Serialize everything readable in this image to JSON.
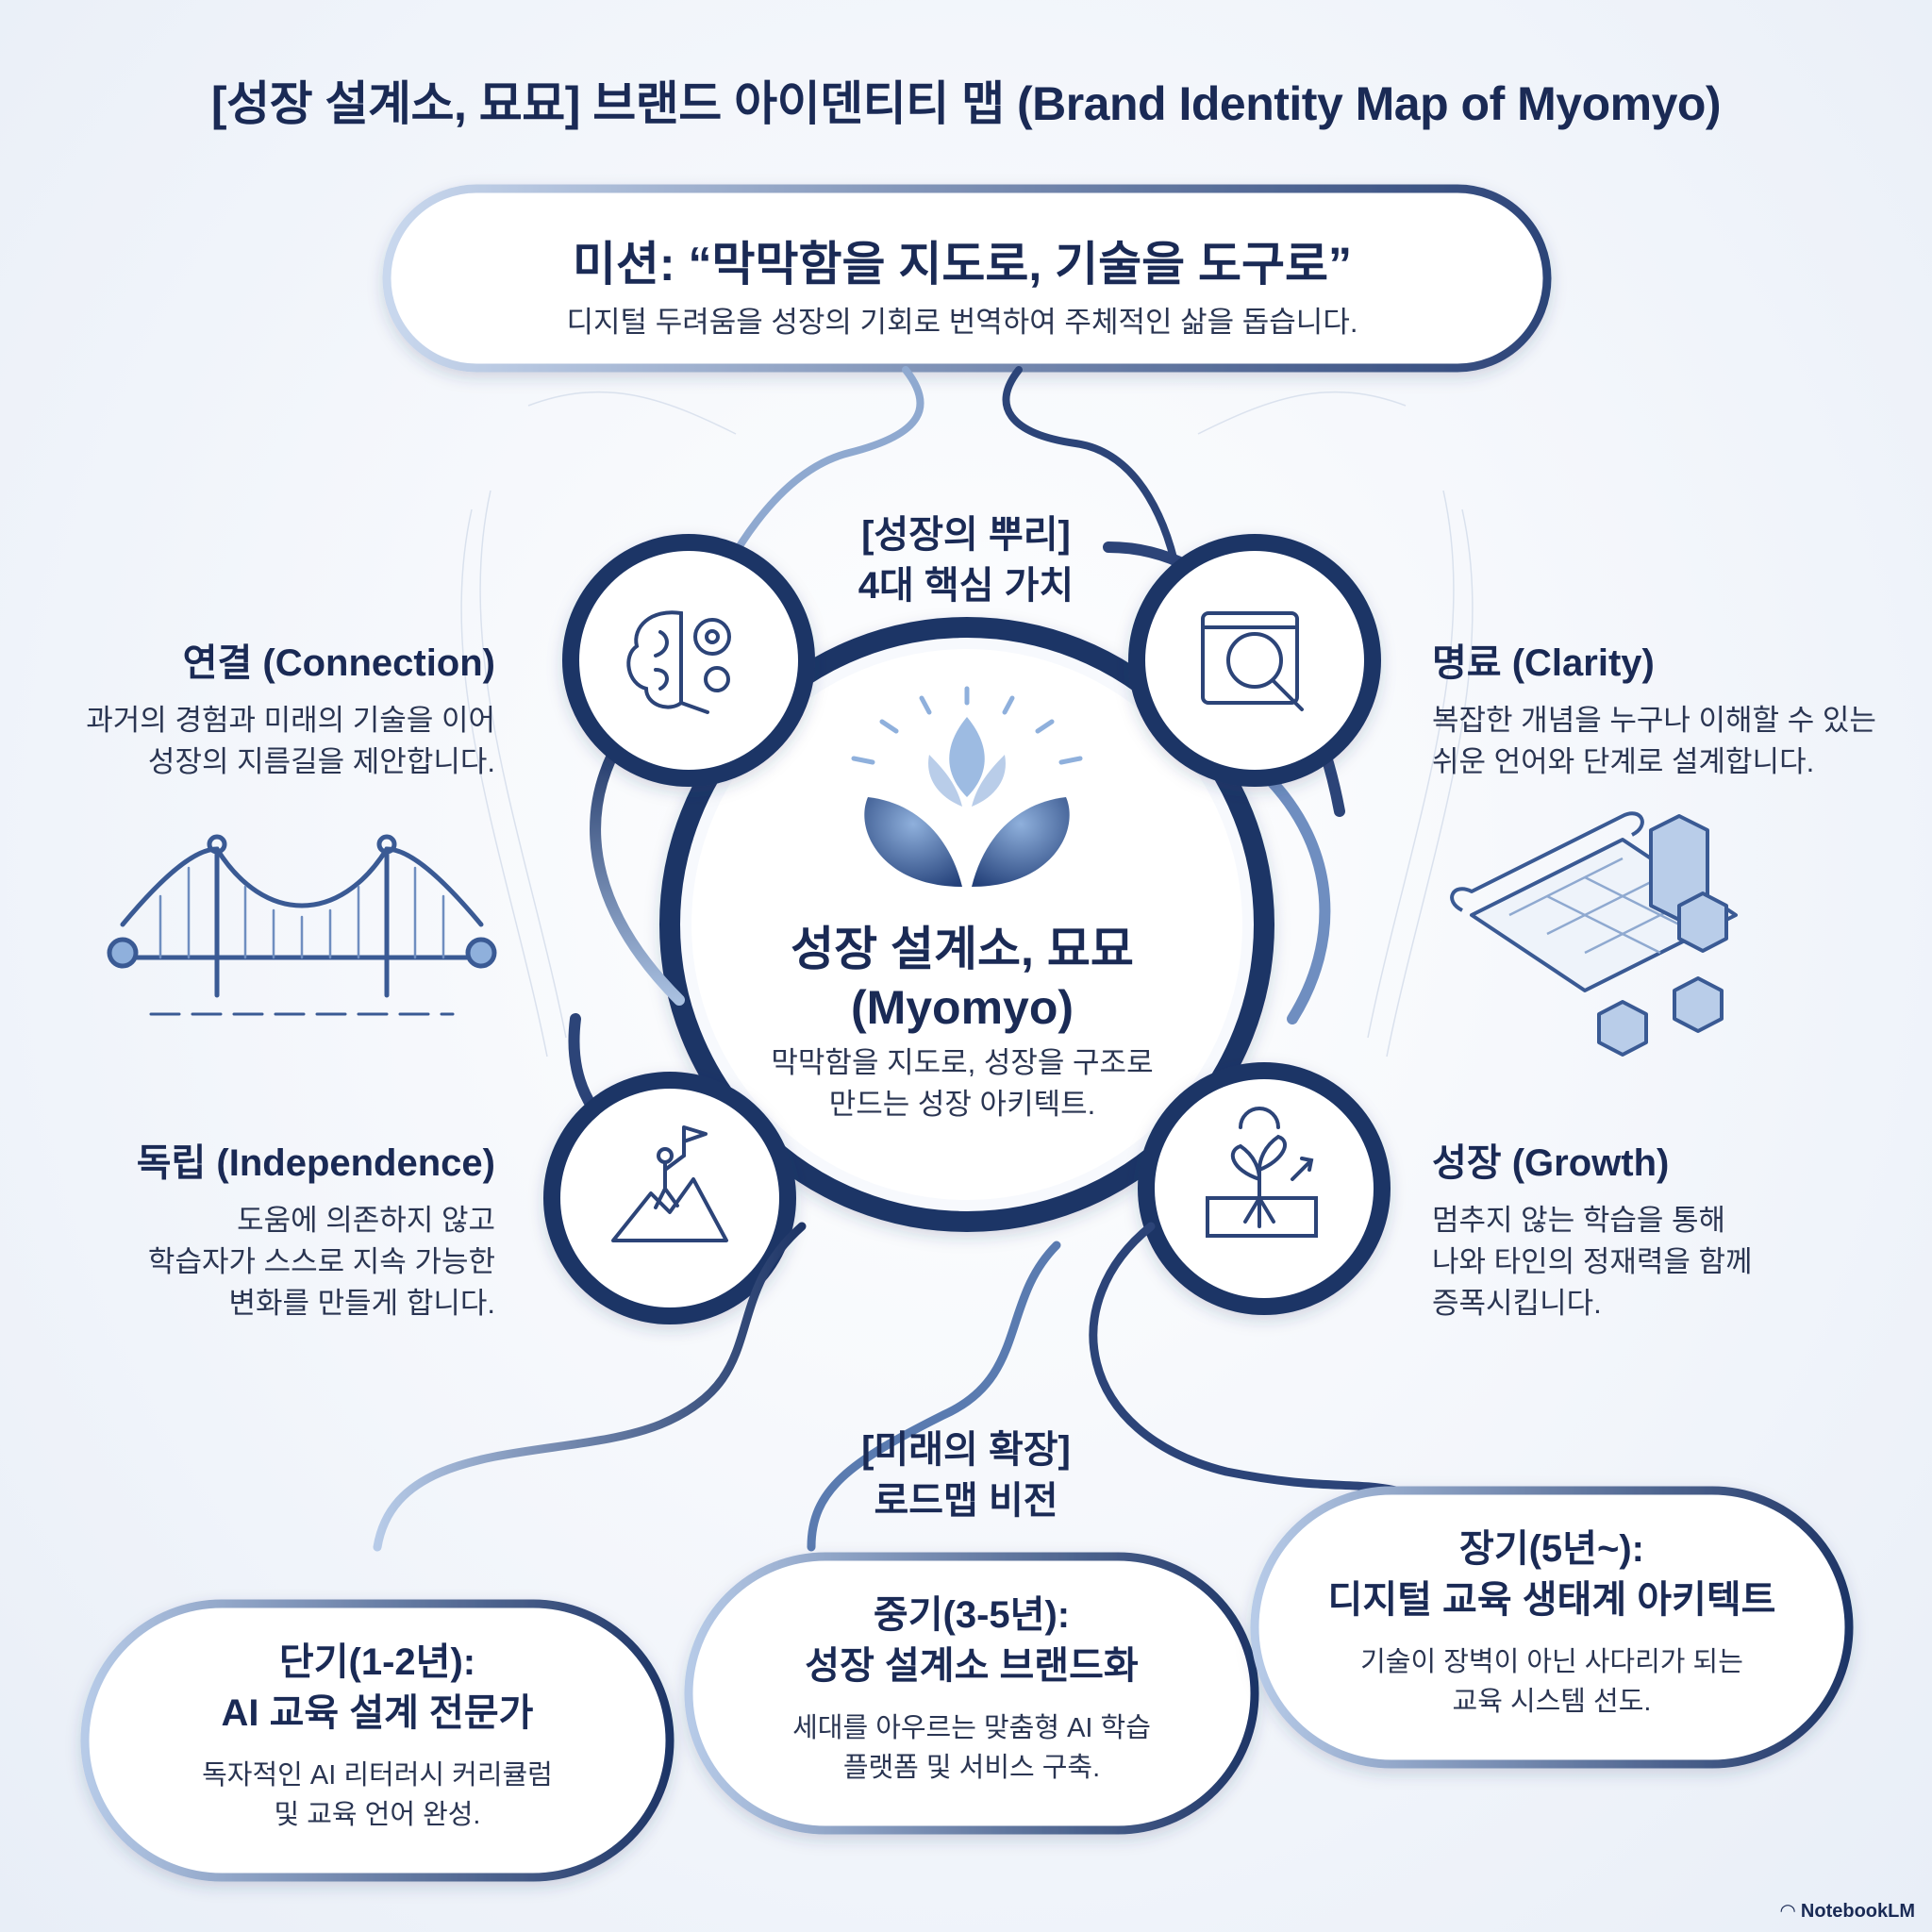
{
  "title": "[성장 설계소, 묘묘] 브랜드 아이덴티티 맵 (Brand Identity Map of Myomyo)",
  "mission": {
    "title": "미션: “막막함을 지도로, 기술을 도구로”",
    "subtitle": "디지털 두려움을 성장의 기회로 번역하여 주체적인 삶을 돕습니다."
  },
  "core_values_header": {
    "line1": "[성장의 뿌리]",
    "line2": "4대 핵심 가치"
  },
  "center": {
    "name_line1": "성장 설계소, 묘묘",
    "name_line2": "(Myomyo)",
    "desc_line1": "막막함을 지도로, 성장을 구조로",
    "desc_line2": "만드는 성장 아키텍트."
  },
  "values": {
    "connection": {
      "title": "연결 (Connection)",
      "desc": [
        "과거의 경험과 미래의 기술을 이어",
        "성장의 지름길을 제안합니다."
      ],
      "icon": "brain-gear-icon"
    },
    "clarity": {
      "title": "명료 (Clarity)",
      "desc": [
        "복잡한 개념을 누구나 이해할 수 있는",
        "쉬운 언어와 단계로 설계합니다."
      ],
      "icon": "blueprint-magnifier-icon"
    },
    "independence": {
      "title": "독립 (Independence)",
      "desc": [
        "도움에 의존하지 않고",
        "학습자가 스스로 지속 가능한",
        "변화를 만들게 합니다."
      ],
      "icon": "summit-flag-icon"
    },
    "growth": {
      "title": "성장 (Growth)",
      "desc": [
        "멈추지 않는 학습을 통해",
        "나와 타인의 정재력을 함께",
        "증폭시킵니다."
      ],
      "icon": "sprout-sun-icon"
    }
  },
  "roadmap_header": {
    "line1": "[미래의 확장]",
    "line2": "로드맵 비전"
  },
  "roadmap": {
    "short": {
      "title_line1": "단기(1-2년):",
      "title_line2": "AI 교육 설계 전문가",
      "desc": [
        "독자적인 AI 리터러시 커리큘럼",
        "및 교육 언어 완성."
      ]
    },
    "mid": {
      "title_line1": "중기(3-5년):",
      "title_line2": "성장 설계소 브랜드화",
      "desc": [
        "세대를 아우르는 맞춤형 AI 학습",
        "플랫폼 및 서비스 구축."
      ]
    },
    "long": {
      "title_line1": "장기(5년~):",
      "title_line2": "디지털 교육 생태계 아키텍트",
      "desc": [
        "기술이 장벽이 아닌 사다리가 되는",
        "교육 시스템 선도."
      ]
    }
  },
  "footer": "NotebookLM",
  "colors": {
    "navy": "#1e3566",
    "mid_blue": "#5a7bb0",
    "light_blue": "#a9c0e0",
    "text": "#1a2a55"
  }
}
